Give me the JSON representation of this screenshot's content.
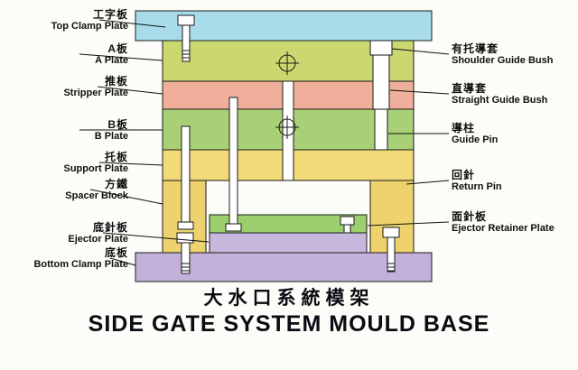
{
  "title": {
    "chinese": "大水口系統模架",
    "english": "SIDE GATE SYSTEM MOULD BASE"
  },
  "left_labels": [
    {
      "zh": "工字板",
      "en": "Top Clamp Plate"
    },
    {
      "zh": "A板",
      "en": "A Plate"
    },
    {
      "zh": "推板",
      "en": "Stripper Plate"
    },
    {
      "zh": "B板",
      "en": "B Plate"
    },
    {
      "zh": "托板",
      "en": "Support Plate"
    },
    {
      "zh": "方鐵",
      "en": "Spacer Block"
    },
    {
      "zh": "底針板",
      "en": "Ejector Plate"
    },
    {
      "zh": "底板",
      "en": "Bottom Clamp Plate"
    }
  ],
  "right_labels": [
    {
      "zh": "有托導套",
      "en": "Shoulder Guide Bush"
    },
    {
      "zh": "直導套",
      "en": "Straight Guide Bush"
    },
    {
      "zh": "導柱",
      "en": "Guide Pin"
    },
    {
      "zh": "回針",
      "en": "Return Pin"
    },
    {
      "zh": "面針板",
      "en": "Ejector Retainer Plate"
    }
  ],
  "colors": {
    "top_clamp_plate": "#a9dcea",
    "a_plate": "#cbd86f",
    "stripper_plate": "#f0af9b",
    "b_plate": "#a9d077",
    "support_plate": "#f3da79",
    "spacer_block": "#edd26d",
    "ejector_retainer_plate": "#9ccf6e",
    "ejector_plate": "#c8b8de",
    "bottom_clamp_plate": "#c3b1db",
    "pin_fill": "#ffffff",
    "outline": "#1a1a1a"
  }
}
